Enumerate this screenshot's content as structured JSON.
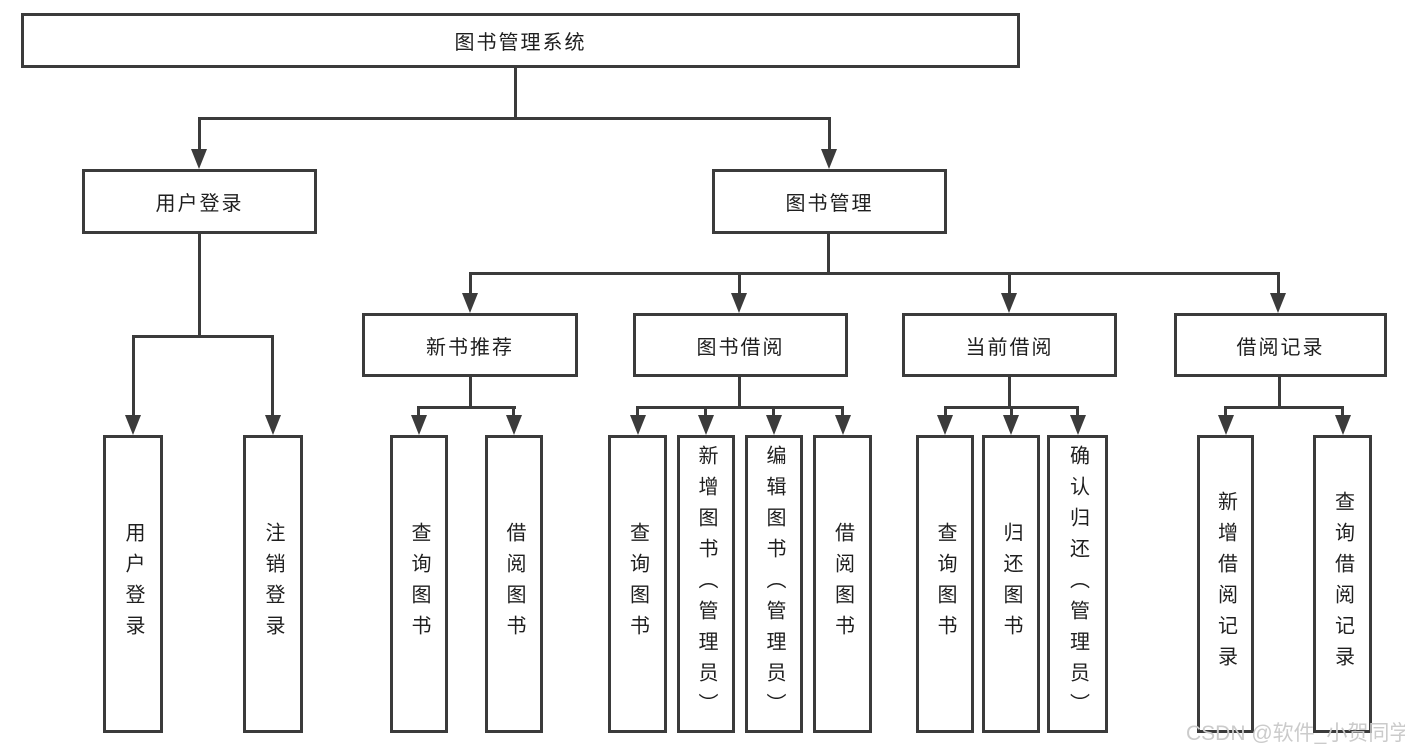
{
  "diagram": {
    "title": "图书管理系统",
    "level2": [
      "用户登录",
      "图书管理"
    ],
    "level3": [
      "新书推荐",
      "图书借阅",
      "当前借阅",
      "借阅记录"
    ],
    "leaves": {
      "login": [
        "用户登录",
        "注销登录"
      ],
      "recommend": [
        "查询图书",
        "借阅图书"
      ],
      "borrow": [
        "查询图书",
        "新增图书（管理员）",
        "编辑图书（管理员）",
        "借阅图书"
      ],
      "current": [
        "查询图书",
        "归还图书",
        "确认归还（管理员）"
      ],
      "record": [
        "新增借阅记录",
        "查询借阅记录"
      ]
    },
    "colors": {
      "line": "#3b3b3b",
      "text": "#1f1f1f",
      "watermark": "#cbcbcb"
    },
    "watermark": "CSDN @软件_小贺同学"
  }
}
